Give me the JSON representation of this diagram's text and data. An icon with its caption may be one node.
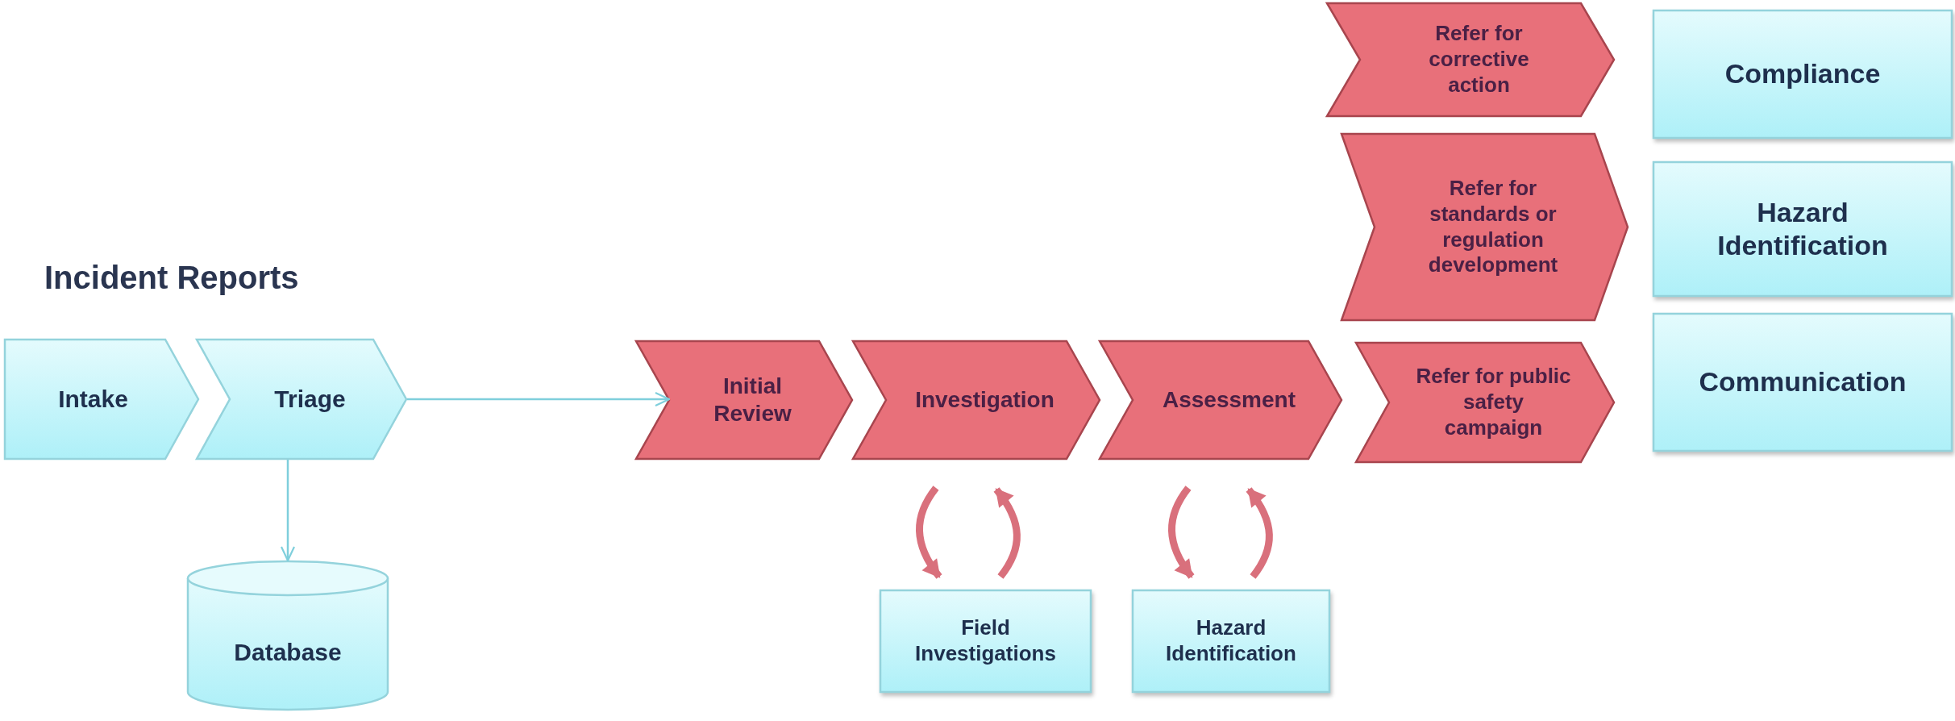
{
  "diagram": {
    "title": "Incident Reports",
    "nodes": [
      {
        "text": [
          "Intake"
        ]
      },
      {
        "text": [
          "Triage"
        ]
      },
      {
        "text": [
          "Database"
        ]
      },
      {
        "text": [
          "Initial Review"
        ]
      },
      {
        "text": [
          "Investigation"
        ]
      },
      {
        "text": [
          "Assessment"
        ]
      },
      {
        "text": [
          "Refer for public safety campaign"
        ]
      },
      {
        "text": [
          "Refer for corrective action"
        ]
      },
      {
        "text": [
          "Refer for standards or regulation development"
        ]
      },
      {
        "text": [
          "Compliance"
        ]
      },
      {
        "text": [
          "Hazard Identification"
        ]
      },
      {
        "text": [
          "Communication"
        ]
      },
      {
        "text": [
          "Field Investigations"
        ]
      },
      {
        "text": [
          "Hazard Identification"
        ]
      }
    ],
    "edges": [
      {
        "from": 1,
        "to": 3,
        "arrow": "to",
        "color": "#7fcfdc"
      },
      {
        "from": 1,
        "to": 2,
        "arrow": "to",
        "color": "#7fcfdc"
      },
      {
        "from": 4,
        "to": 12,
        "arrow": "to"
      },
      {
        "from": 12,
        "to": 4,
        "arrow": "to"
      },
      {
        "from": 5,
        "to": 13,
        "arrow": "to"
      },
      {
        "from": 13,
        "to": 5,
        "arrow": "to"
      }
    ]
  }
}
